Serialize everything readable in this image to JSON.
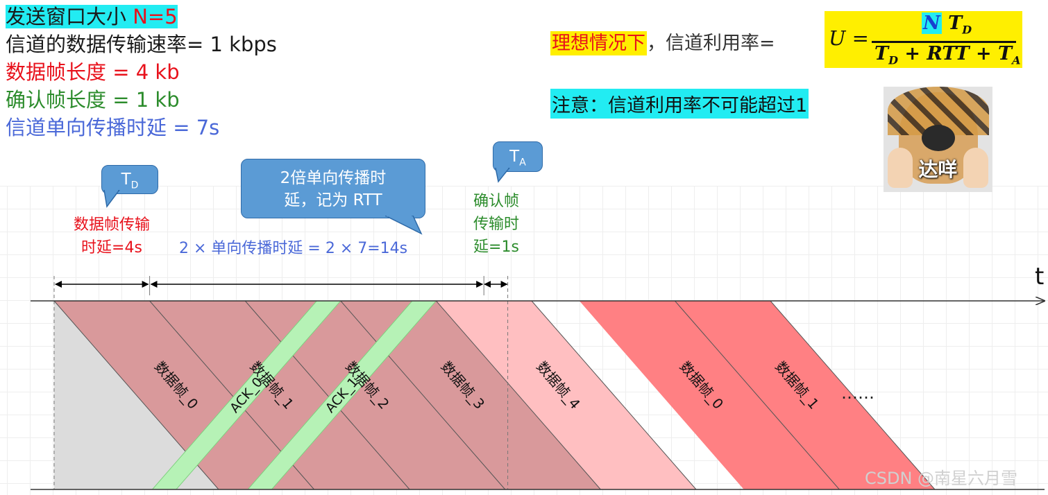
{
  "params": {
    "window_size": "发送窗口大小",
    "window_value": "N=5",
    "rate": "信道的数据传输速率= 1 kbps",
    "data_frame_len": "数据帧长度 = 4 kb",
    "ack_frame_len": "确认帧长度 = 1 kb",
    "prop_delay": "信道单向传播时延 = 7s"
  },
  "ideal": {
    "highlight": "理想情况下",
    "text": "，信道利用率="
  },
  "formula": {
    "u": "U =",
    "n": "N",
    "t": "T",
    "d": "D",
    "den_t": "T",
    "den_d": "D",
    "den_mid": " + RTT + ",
    "den_t2": "T",
    "den_a": "A"
  },
  "note": "注意：信道利用率不可能超过1",
  "meme_caption": "达咩",
  "bubbles": {
    "td_t": "T",
    "td_sub": "D",
    "rtt_line1": "2倍单向传播时",
    "rtt_line2": "延，记为 RTT",
    "ta_t": "T",
    "ta_sub": "A"
  },
  "labels": {
    "td_line1": "数据帧传输",
    "td_line2": "时延=4s",
    "rtt": "2 × 单向传播时延 = 2 × 7=14s",
    "ta_line1": "确认帧",
    "ta_line2": "传输时",
    "ta_line3": "延=1s"
  },
  "axis_label": "t",
  "frames": [
    {
      "label": "数据帧_0",
      "start": 0
    },
    {
      "label": "数据帧_1",
      "start": 4
    },
    {
      "label": "数据帧_2",
      "start": 8
    },
    {
      "label": "数据帧_3",
      "start": 12
    },
    {
      "label": "数据帧_4",
      "start": 16
    },
    {
      "label": "数据帧_0",
      "start": 22
    },
    {
      "label": "数据帧_1",
      "start": 26
    }
  ],
  "acks": [
    {
      "label": "ACK_0",
      "start": 11
    },
    {
      "label": "ACK_1",
      "start": 15
    }
  ],
  "timing": {
    "td": 4,
    "prop": 7,
    "ta": 1
  },
  "ellipsis": "……",
  "watermark": "CSDN @南星六月雪",
  "colors": {
    "idle": "#dcdcdc",
    "window_frames": "#d9999b",
    "frame_4": "#ffbfc1",
    "new_frames": "#ff8083",
    "ack": "#b6f2b6",
    "bubble": "#5b9bd5",
    "highlight_cyan": "#22ecf2",
    "highlight_yellow": "#ffef00"
  }
}
